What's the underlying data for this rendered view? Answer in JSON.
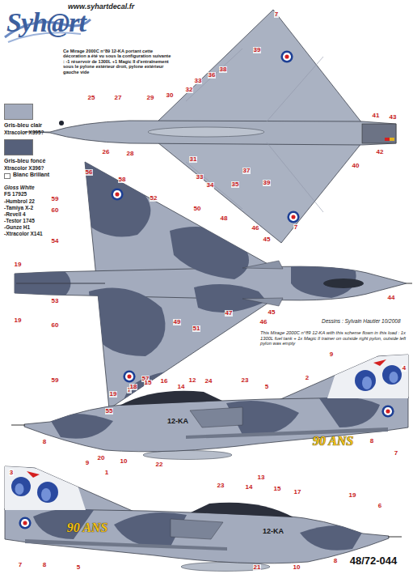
{
  "diagram": {
    "labels": [
      "Syh@rt",
      "www.syhartdecal.fr",
      "Ce Mirage 2000C n°89 12-KA portant cette décoration a été vu sous la configuration suivante : -1 réservoir de 1300L +1 Magic II d'entraînement sous le pylone extérieur droit, pylone extérieur gauche vide",
      "Xtracolor X395?",
      "Xtracolor X396?",
      "Gloss White",
      "FS 17925",
      "-Humbrol 22",
      "-Tamiya X-2",
      "-Revell 4",
      "-Testor 1745",
      "-Gunze H1",
      "-Xtracolor X141",
      "Dessins : Sylvain Hautier 10/2008",
      "This Mirage 2000C n°89 12-KA with this scheme flown in this load : 1x 1300L fuel tank + 1x Magic II trainer on outside right pylon, outside left pylon was empty",
      "48/72-044",
      "12-KA",
      "90 ANS",
      "12-KA",
      "90 ANS",
      "7",
      "39",
      "38",
      "36",
      "33",
      "32",
      "30",
      "29",
      "27",
      "25",
      "26",
      "28",
      "31",
      "33",
      "34",
      "35",
      "37",
      "39",
      "41",
      "43",
      "42",
      "40",
      "7",
      "56",
      "58",
      "59",
      "60",
      "52",
      "50",
      "48",
      "46",
      "45",
      "54",
      "19",
      "53",
      "60",
      "19",
      "49",
      "51",
      "47",
      "45",
      "46",
      "44",
      "59",
      "7",
      "57",
      "55",
      "9",
      "2",
      "4",
      "5",
      "19",
      "18",
      "15",
      "16",
      "14",
      "12",
      "24",
      "23",
      "8",
      "20",
      "10",
      "22",
      "8",
      "7",
      "3",
      "9",
      "1",
      "23",
      "14",
      "13",
      "15",
      "17",
      "19",
      "6",
      "7",
      "8",
      "5",
      "21",
      "10",
      "8"
    ],
    "legend": [
      {
        "text": "Gris-bleu clair",
        "color": "#a3abbd"
      },
      {
        "text": "Gris-bleu foncé",
        "color": "#56607a"
      },
      {
        "text": "Blanc Brillant",
        "color": "#ffffff"
      }
    ]
  }
}
